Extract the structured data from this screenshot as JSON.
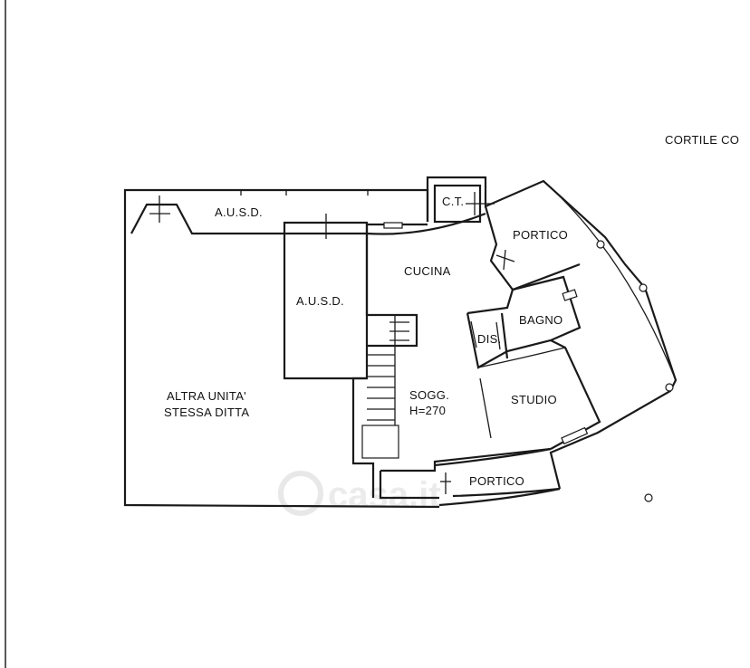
{
  "labels": {
    "cortile": "CORTILE CO",
    "ausd_top": "A.U.S.D.",
    "ausd_left": "A.U.S.D.",
    "ct": "C.T.",
    "portico_top": "PORTICO",
    "cucina": "CUCINA",
    "bagno": "BAGNO",
    "dis": "DIS.",
    "studio": "STUDIO",
    "sogg": "SOGG.",
    "height": "H=270",
    "altra_line1": "ALTRA UNITA'",
    "altra_line2": "STESSA DITTA",
    "portico_bottom": "PORTICO"
  },
  "watermark": "casa.it"
}
